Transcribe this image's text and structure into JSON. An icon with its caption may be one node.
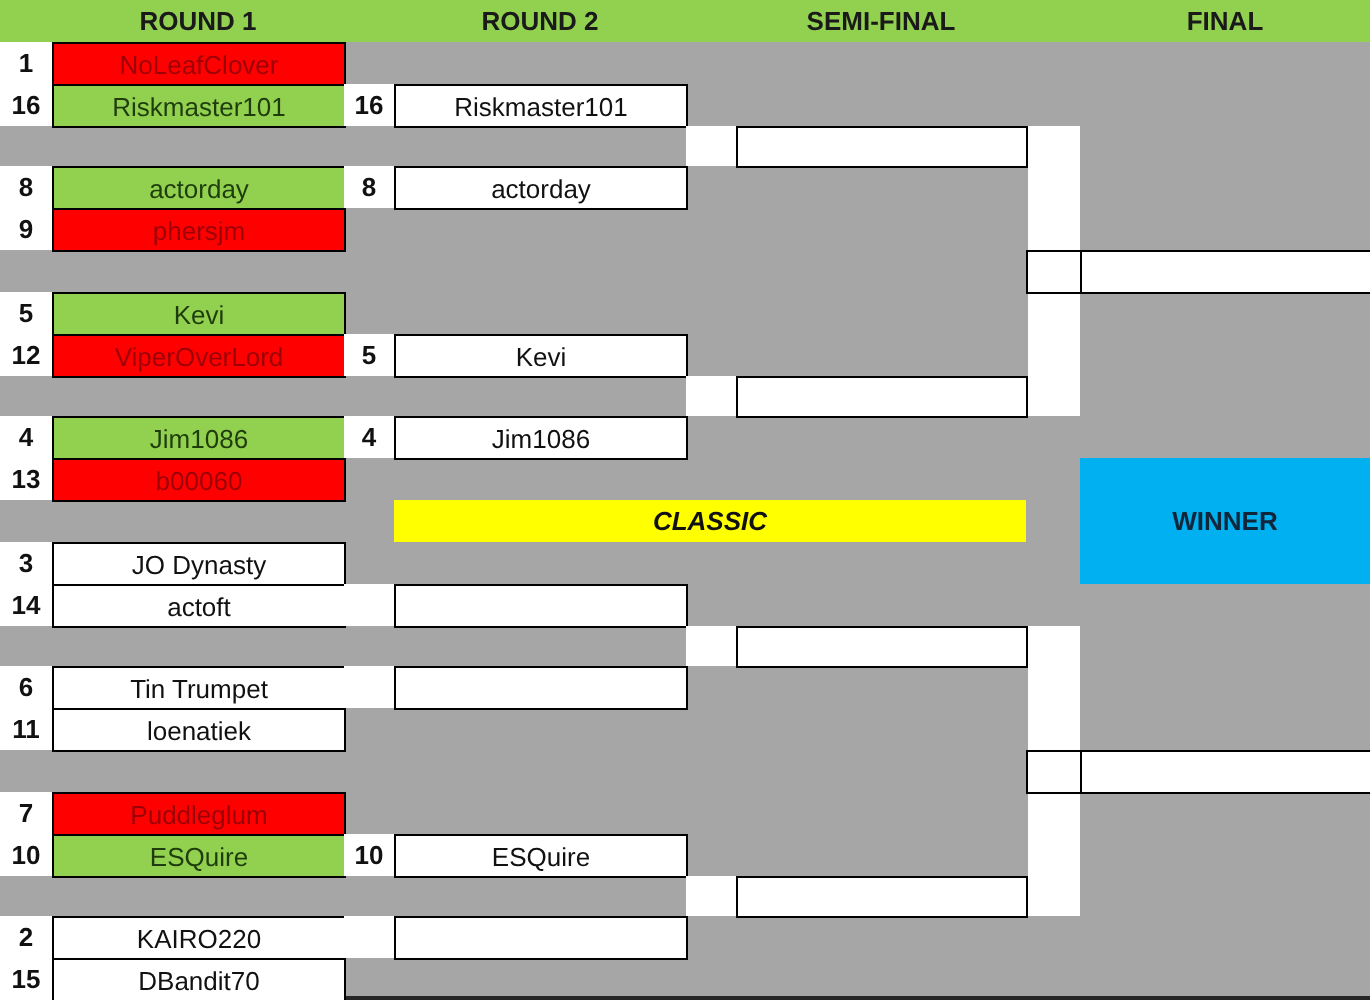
{
  "diagram": {
    "nodes": [
      {
        "text": [
          "ROUND 1",
          "ROUND 2",
          "SEMI-FINAL",
          "FINAL"
        ]
      },
      {
        "text": [
          "NoLeafClover"
        ],
        "beside": [
          "1"
        ]
      },
      {
        "text": [
          "Riskmaster101"
        ],
        "beside": [
          "16"
        ]
      },
      {
        "text": [
          "actorday"
        ],
        "beside": [
          "8"
        ]
      },
      {
        "text": [
          "phersjm"
        ],
        "beside": [
          "9"
        ]
      },
      {
        "text": [
          "Kevi"
        ],
        "beside": [
          "5"
        ]
      },
      {
        "text": [
          "ViperOverLord"
        ],
        "beside": [
          "12"
        ]
      },
      {
        "text": [
          "Jim1086"
        ],
        "beside": [
          "4"
        ]
      },
      {
        "text": [
          "b00060"
        ],
        "beside": [
          "13"
        ]
      },
      {
        "text": [
          "JO Dynasty"
        ],
        "beside": [
          "3"
        ]
      },
      {
        "text": [
          "actoft"
        ],
        "beside": [
          "14"
        ]
      },
      {
        "text": [
          "Tin Trumpet"
        ],
        "beside": [
          "6"
        ]
      },
      {
        "text": [
          "loenatiek"
        ],
        "beside": [
          "11"
        ]
      },
      {
        "text": [
          "Puddleglum"
        ],
        "beside": [
          "7"
        ]
      },
      {
        "text": [
          "ESQuire"
        ],
        "beside": [
          "10"
        ]
      },
      {
        "text": [
          "KAIRO220"
        ],
        "beside": [
          "2"
        ]
      },
      {
        "text": [
          "DBandit70"
        ],
        "beside": [
          "15"
        ]
      },
      {
        "text": [
          "Riskmaster101"
        ],
        "beside": [
          "16"
        ]
      },
      {
        "text": [
          "actorday"
        ],
        "beside": [
          "8"
        ]
      },
      {
        "text": [
          "Kevi"
        ],
        "beside": [
          "5"
        ]
      },
      {
        "text": [
          "Jim1086"
        ],
        "beside": [
          "4"
        ]
      },
      {
        "text": [],
        "shape": "box"
      },
      {
        "text": [],
        "shape": "box"
      },
      {
        "text": [
          "ESQuire"
        ],
        "beside": [
          "10"
        ]
      },
      {
        "text": [],
        "shape": "box"
      },
      {
        "text": [],
        "shape": "box"
      },
      {
        "text": [],
        "shape": "box"
      },
      {
        "text": [],
        "shape": "box"
      },
      {
        "text": [],
        "shape": "box"
      },
      {
        "text": [],
        "shape": "box"
      },
      {
        "text": [],
        "shape": "box"
      },
      {
        "text": [
          "CLASSIC"
        ]
      },
      {
        "text": [
          "WINNER"
        ]
      }
    ],
    "edges": [
      {
        "from": 25,
        "to": 29,
        "arrow": "none"
      },
      {
        "from": 26,
        "to": 29,
        "arrow": "none"
      },
      {
        "from": 27,
        "to": 30,
        "arrow": "none"
      },
      {
        "from": 28,
        "to": 30,
        "arrow": "none"
      }
    ]
  }
}
